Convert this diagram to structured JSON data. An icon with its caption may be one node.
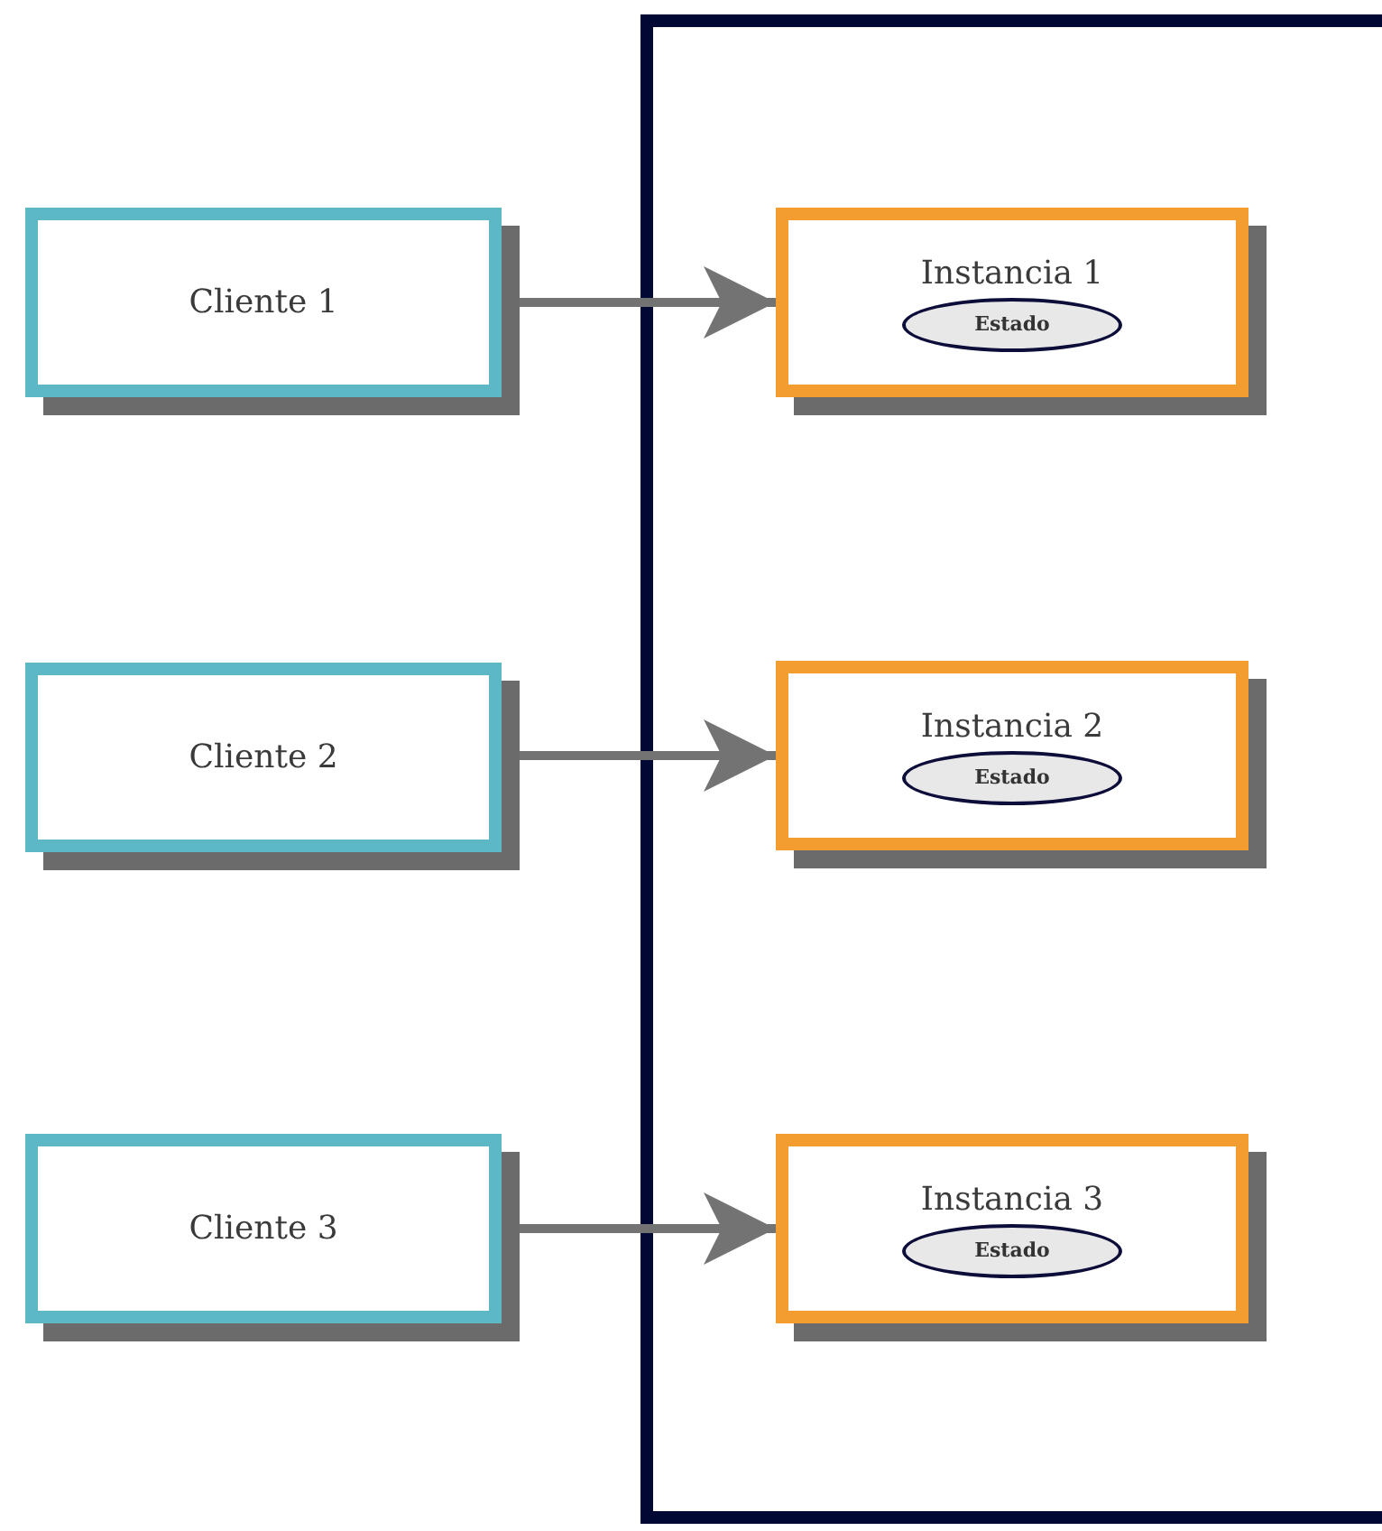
{
  "diagram": {
    "nodes": [
      {
        "text": [],
        "shape": "box"
      },
      {
        "text": [
          "Cliente 1"
        ]
      },
      {
        "text": [
          "Instancia 1"
        ],
        "in": 0
      },
      {
        "text": [
          "Estado"
        ],
        "in": 2
      },
      {
        "text": [
          "Cliente 2"
        ]
      },
      {
        "text": [
          "Instancia 2"
        ],
        "in": 0
      },
      {
        "text": [
          "Estado"
        ],
        "in": 5
      },
      {
        "text": [
          "Cliente 3"
        ]
      },
      {
        "text": [
          "Instancia 3"
        ],
        "in": 0
      },
      {
        "text": [
          "Estado"
        ],
        "in": 8
      }
    ],
    "edges": [
      {
        "from": 1,
        "to": 2,
        "arrow": "to"
      },
      {
        "from": 4,
        "to": 5,
        "arrow": "to"
      },
      {
        "from": 7,
        "to": 8,
        "arrow": "to"
      }
    ]
  }
}
